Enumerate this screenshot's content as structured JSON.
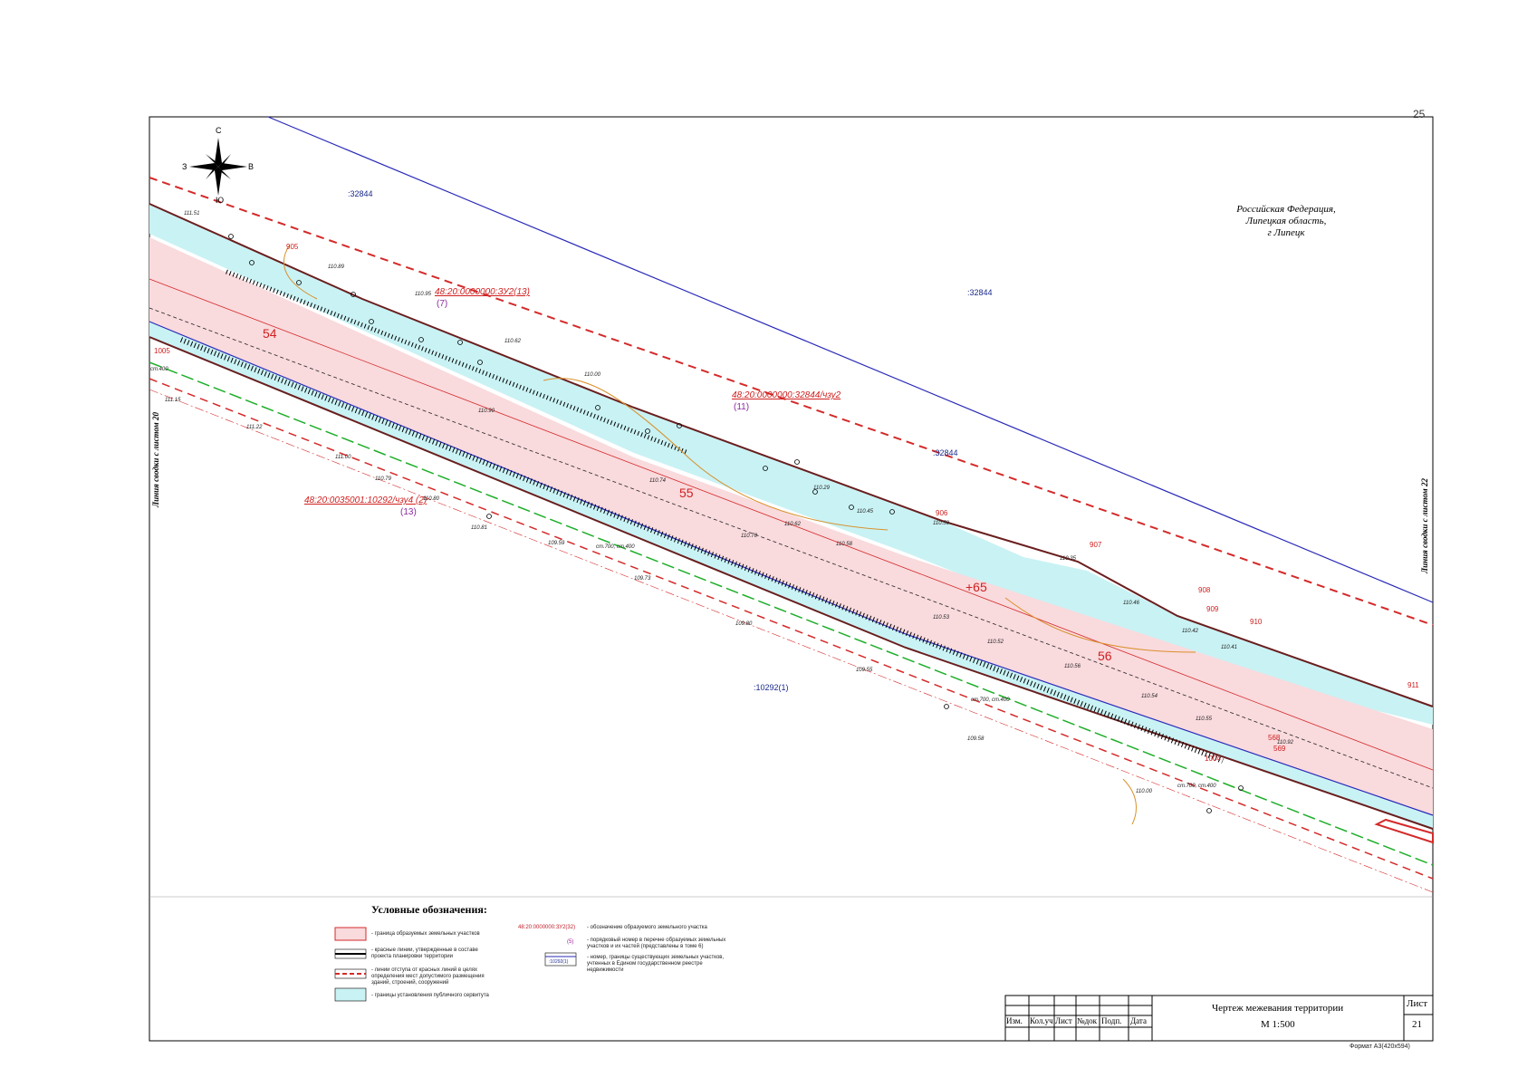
{
  "page_number": "25",
  "compass": {
    "north": "С",
    "south": "Ю",
    "west": "З",
    "east": "В"
  },
  "region_label": [
    "Российская Федерация,",
    "Липецкая область,",
    "г Липецк"
  ],
  "side_labels": {
    "left": "Линия сводки с листом 20",
    "right": "Линия сводки с листом 22"
  },
  "parcel_labels": [
    ":32844",
    ":32844",
    ":32844",
    ":10292(1)"
  ],
  "zone_numbers": [
    "54",
    "55",
    "56"
  ],
  "point_numbers": [
    "1005",
    "905",
    "906",
    "907",
    "908",
    "909",
    "910",
    "911",
    "1004",
    "568",
    "569"
  ],
  "station_label": "+65",
  "callouts": [
    {
      "code": "48:20:0000000:ЗУ2(13)",
      "num": "(7)"
    },
    {
      "code": "48:20:0000000:32844/чзу2",
      "num": "(11)"
    },
    {
      "code": "48:20:0035001:10292/чзу4 (2)",
      "num": "(13)"
    }
  ],
  "elevations": [
    "111.51",
    "110.89",
    "110.95",
    "110.62",
    "110.00",
    "110.29",
    "110.45",
    "110.59",
    "110.35",
    "110.46",
    "110.42",
    "110.41",
    "111.15",
    "111.22",
    "111.00",
    "110.79",
    "110.80",
    "110.81",
    "109.59",
    "109.73",
    "109.80",
    "109.55",
    "109.58",
    "110.00",
    "110.90",
    "110.74",
    "110.70",
    "110.62",
    "110.58",
    "110.53",
    "110.52",
    "110.56",
    "110.54",
    "110.55",
    "110.92"
  ],
  "line_markers": [
    "ст.700, ст.400",
    "ст.700, ст.400",
    "ст.700, ст.400",
    "ст.400"
  ],
  "legend": {
    "title": "Условные обозначения:",
    "items_left": [
      "- граница образуемых земельных участков",
      "- красные линии, утвержденные в составе проекта планировки территории",
      "- линии отступа от красных линий в целях определения мест допустимого размещения зданий, строений, сооружений",
      "- границы установления публичного сервитута"
    ],
    "items_right": [
      {
        "sym": "48:20:0000000:ЗУ2(32)",
        "text": "- обозначение образуемого земельного участка"
      },
      {
        "sym": "(5)",
        "text": "- порядковый номер в перечне образуемых земельных участков и их частей (представлены в томе 6)"
      },
      {
        "sym": ":10292(1)",
        "text": "- номер, границы существующих земельных участков, учтенных в Едином государственном реестре недвижимости"
      }
    ]
  },
  "title_block": {
    "title": "Чертеж межевания территории",
    "scale": "М 1:500",
    "sheet_label": "Лист",
    "sheet_number": "21",
    "columns": [
      "Изм.",
      "Кол.уч",
      "Лист",
      "№док",
      "Подп.",
      "Дата"
    ],
    "format": "Формат А3(420х594)"
  },
  "colors": {
    "parcel_fill": "#f9dadd",
    "servitude_fill": "#c9f2f4",
    "red_line": "#d42a2a",
    "blue_line": "#2a2ab8",
    "green_line": "#1fae2a",
    "dark_line": "#6a1e1e"
  }
}
